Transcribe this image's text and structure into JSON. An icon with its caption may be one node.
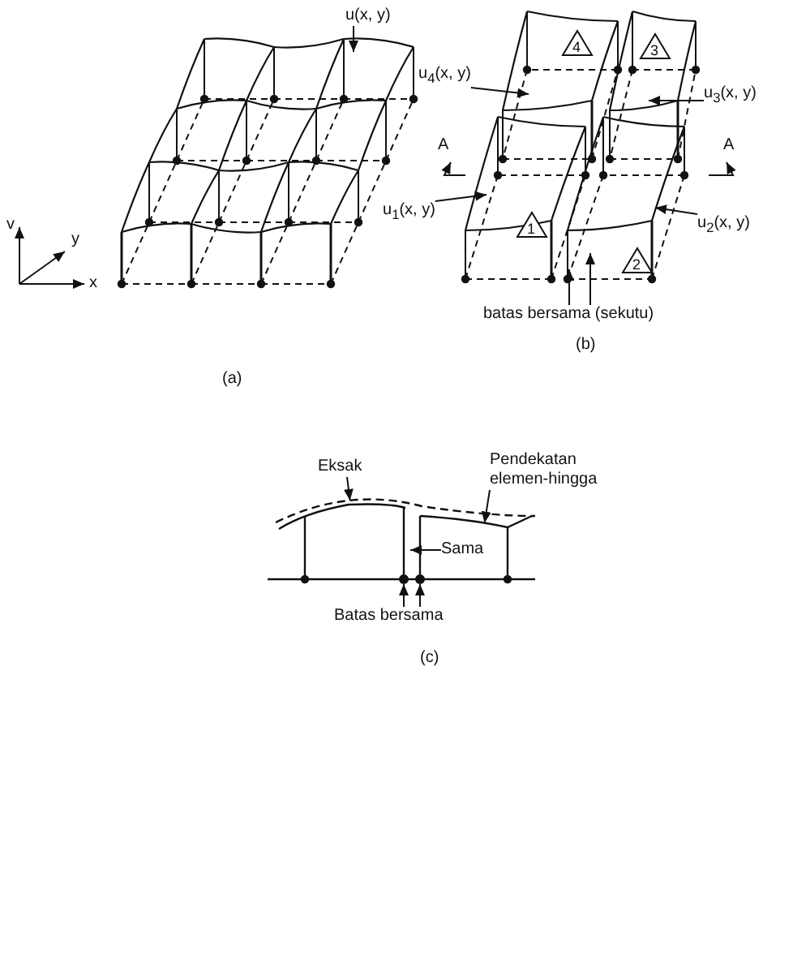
{
  "diagram": {
    "nodes": [
      {
        "text": [
          "u(x, y)"
        ]
      },
      {
        "text": [
          "u$_{4}$(x, y)"
        ]
      },
      {
        "text": [
          "u$_{3}$(x, y)"
        ]
      },
      {
        "text": [
          "u$_{1}$(x, y)"
        ]
      },
      {
        "text": [
          "u$_{2}$(x, y)"
        ]
      },
      {
        "text": [
          "4"
        ]
      },
      {
        "text": [
          "3"
        ]
      },
      {
        "text": [
          "1"
        ]
      },
      {
        "text": [
          "2"
        ]
      },
      {
        "text": [
          "batas bersama (sekutu)"
        ]
      },
      {
        "text": [
          "Eksak"
        ]
      },
      {
        "text": [
          "Pendekatan elemen-hingga"
        ]
      },
      {
        "text": [
          "Sama"
        ]
      },
      {
        "text": [
          "Batas bersama"
        ]
      },
      {
        "text": [],
        "shape": "circle"
      },
      {
        "text": [],
        "shape": "circle"
      },
      {
        "text": [],
        "shape": "curve"
      },
      {
        "text": [],
        "shape": "curve"
      }
    ],
    "edges": [
      {
        "from": 0,
        "to": null,
        "arrow": "to"
      },
      {
        "from": 1,
        "to": null,
        "arrow": "to"
      },
      {
        "from": 2,
        "to": null,
        "arrow": "to"
      },
      {
        "from": 3,
        "to": null,
        "arrow": "to"
      },
      {
        "from": 4,
        "to": null,
        "arrow": "to"
      },
      {
        "from": 9,
        "to": null,
        "arrow": "to"
      },
      {
        "from": 9,
        "to": null,
        "arrow": "to"
      },
      {
        "from": 10,
        "to": 16,
        "arrow": "to"
      },
      {
        "from": 11,
        "to": 17,
        "arrow": "to"
      },
      {
        "from": 12,
        "to": null,
        "arrow": "to"
      },
      {
        "from": 13,
        "to": 14,
        "arrow": "to"
      },
      {
        "from": 13,
        "to": 15,
        "arrow": "to"
      }
    ],
    "labels": [
      "v",
      "y",
      "x",
      "A",
      "A",
      "(a)",
      "(b)",
      "(c)"
    ]
  }
}
